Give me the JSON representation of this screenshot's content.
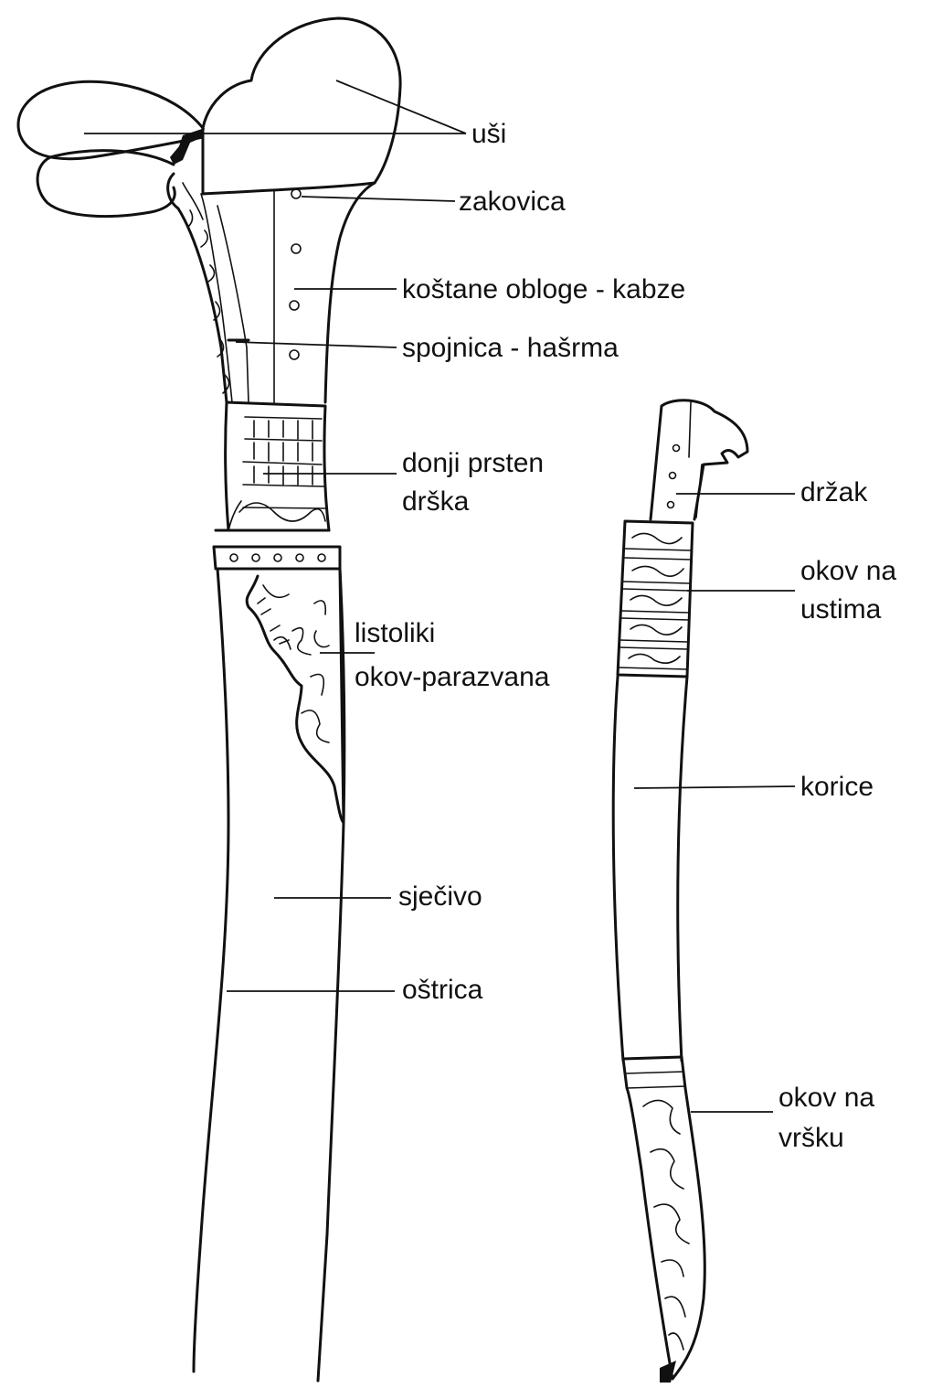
{
  "sword": {
    "labels": {
      "usi": "uši",
      "zakovica": "zakovica",
      "kostane_obloge": "koštane obloge - kabze",
      "spojnica": "spojnica - hašrma",
      "donji_prsten": "donji prsten",
      "drska": "drška",
      "listoliki": "listoliki",
      "okov_parazvana": "okov-parazvana",
      "sjecivo": "sječivo",
      "ostrica": "oštrica"
    }
  },
  "scabbard": {
    "labels": {
      "drzak": "držak",
      "okov_na": "okov na",
      "ustima": "ustima",
      "korice": "korice",
      "okov_na_2": "okov na",
      "vrsku": "vršku"
    }
  }
}
